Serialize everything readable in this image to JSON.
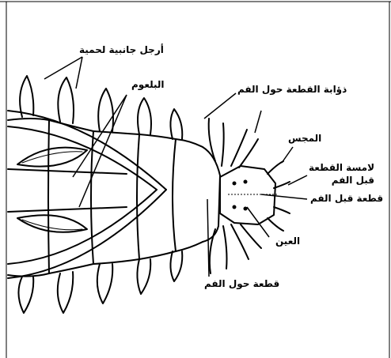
{
  "labels": {
    "parapodia": "أرجل جانبية لحمية",
    "pharynx": "البلعوم",
    "peristomium_cirrus": "ذؤابة القطعة حول الفم",
    "palp": "المجس",
    "prostomium_tentacle_line1": "لامسة القطعة",
    "prostomium_tentacle_line2": "قبل الفم",
    "prostomium": "قطعة قبل الفم",
    "eye": "العين",
    "peristomium": "قطعة حول الفم"
  }
}
